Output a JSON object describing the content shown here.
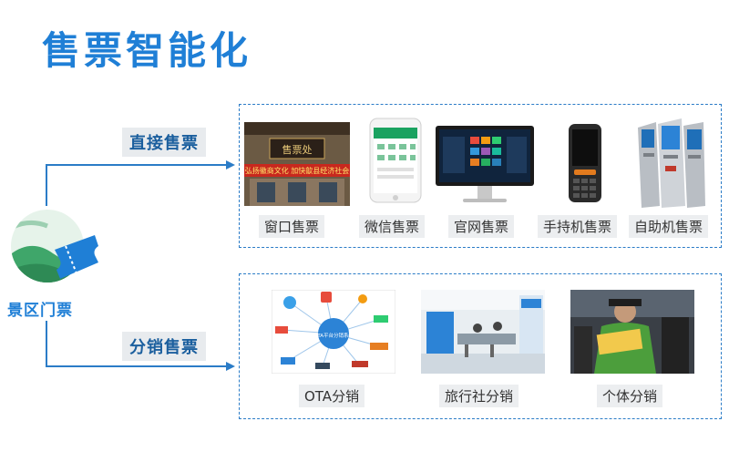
{
  "title": "售票智能化",
  "center": {
    "label": "景区门票"
  },
  "channels": [
    {
      "label": "直接售票",
      "items": [
        {
          "label": "窗口售票",
          "image_text_sign": "售票处",
          "image_text_banner": "弘扬徽商文化 加快歙县经济社会"
        },
        {
          "label": "微信售票"
        },
        {
          "label": "官网售票"
        },
        {
          "label": "手持机售票"
        },
        {
          "label": "自助机售票"
        }
      ]
    },
    {
      "label": "分销售票",
      "items": [
        {
          "label": "OTA分销",
          "image_text_center": "OTA平台分销系统"
        },
        {
          "label": "旅行社分销"
        },
        {
          "label": "个体分销"
        }
      ]
    }
  ],
  "colors": {
    "accent": "#1f7fd6",
    "line": "#2b7cc7",
    "label_bg": "#e8ebee"
  }
}
